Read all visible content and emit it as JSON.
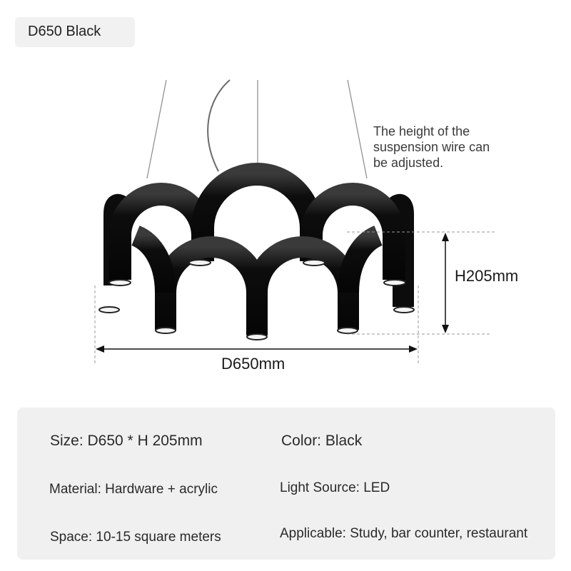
{
  "variant_label": "D650 Black",
  "note_lines": [
    "The height of the",
    "suspension wire can",
    "be adjusted."
  ],
  "height_label": "H205mm",
  "diameter_label": "D650mm",
  "lamp_color": "#0c0c0c",
  "specs": {
    "size": "Size: D650 * H 205mm",
    "color": "Color: Black",
    "material": "Material: Hardware + acrylic",
    "light_source": "Light Source: LED",
    "space": "Space: 10-15 square meters",
    "applicable": "Applicable: Study, bar counter, restaurant"
  }
}
